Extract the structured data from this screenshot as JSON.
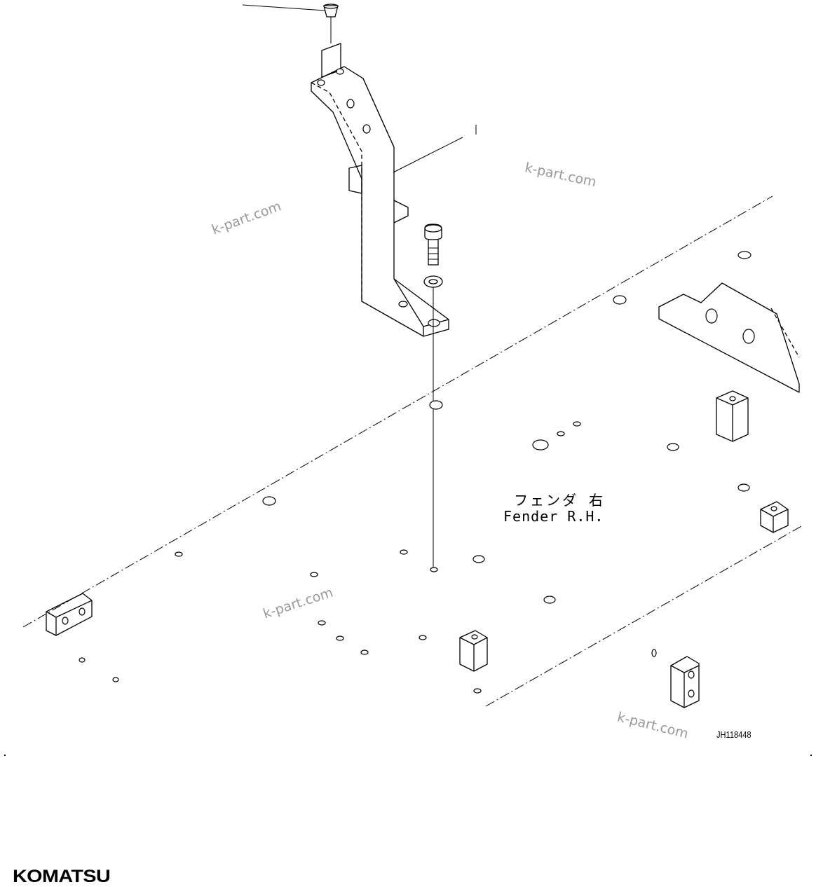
{
  "labels": {
    "japanese": "フェンダ 右",
    "english": "Fender R.H."
  },
  "drawing_code": "JH118448",
  "watermark": "k-part.com",
  "brand": "KOMATSU"
}
